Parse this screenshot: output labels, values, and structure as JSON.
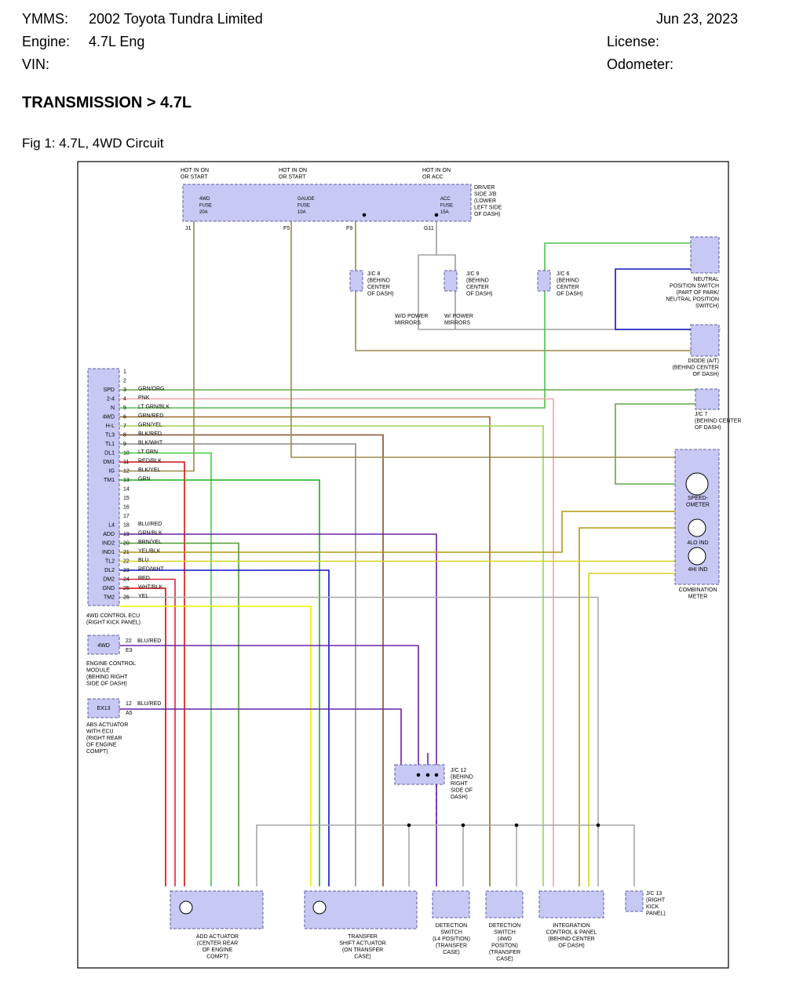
{
  "header": {
    "ymms_label": "YMMS:",
    "ymms_value": "2002 Toyota Tundra Limited",
    "engine_label": "Engine:",
    "engine_value": "4.7L Eng",
    "vin_label": "VIN:",
    "date": "Jun 23, 2023",
    "license_label": "License:",
    "odometer_label": "Odometer:"
  },
  "breadcrumb": "TRANSMISSION > 4.7L",
  "figure_caption": "Fig 1: 4.7L, 4WD Circuit",
  "junction": {
    "hot1": [
      "HOT IN ON",
      "OR START"
    ],
    "hot2": [
      "HOT IN ON",
      "OR START"
    ],
    "hot3": [
      "HOT IN ON",
      "OR ACC"
    ],
    "fuse1": [
      "4WD",
      "FUSE",
      "20A"
    ],
    "fuse2": [
      "GAUGE",
      "FUSE",
      "10A"
    ],
    "fuse3": [
      "ACC",
      "FUSE",
      "15A"
    ],
    "jb_label": [
      "DRIVER",
      "SIDE J/B",
      "(LOWER",
      "LEFT SIDE",
      "OF DASH)"
    ],
    "pins": [
      "J1",
      "F5",
      "F9",
      "G11"
    ]
  },
  "jc8": [
    "J/C 8",
    "(BEHIND",
    "CENTER",
    "OF DASH)"
  ],
  "jc9": [
    "J/C 9",
    "(BEHIND",
    "CENTER",
    "OF DASH)"
  ],
  "jc6": [
    "J/C 6",
    "(BEHIND",
    "CENTER",
    "OF DASH)"
  ],
  "jc7": [
    "J/C 7",
    "(BEHIND CENTER",
    "OF DASH)"
  ],
  "jc12": [
    "J/C 12",
    "(BEHIND",
    "RIGHT",
    "SIDE OF",
    "DASH)"
  ],
  "jc13": [
    "J/C 13",
    "(RIGHT",
    "KICK",
    "PANEL)"
  ],
  "mirrors": {
    "wo": [
      "W/O POWER",
      "MIRRORS"
    ],
    "w": [
      "W/ POWER",
      "MIRRORS"
    ]
  },
  "neutral_switch": [
    "NEUTRAL",
    "POSITION SWITCH",
    "(PART OF PARK/",
    "NEUTRAL POSITION",
    "SWITCH)"
  ],
  "diode": [
    "DIODE (A/T)",
    "(BEHIND CENTER",
    "OF DASH)"
  ],
  "ecu": {
    "label": [
      "4WD CONTROL ECU",
      "(RIGHT KICK PANEL)"
    ],
    "pins": [
      {
        "n": "1",
        "sig": "",
        "wire": ""
      },
      {
        "n": "2",
        "sig": "",
        "wire": ""
      },
      {
        "n": "3",
        "sig": "SPD",
        "wire": "GRN/ORG"
      },
      {
        "n": "4",
        "sig": "2-4",
        "wire": "PNK"
      },
      {
        "n": "5",
        "sig": "N",
        "wire": "LT GRN/BLK"
      },
      {
        "n": "6",
        "sig": "4WD",
        "wire": "GRN/RED"
      },
      {
        "n": "7",
        "sig": "H-L",
        "wire": "GRN/YEL"
      },
      {
        "n": "8",
        "sig": "TL3",
        "wire": "BLK/RED"
      },
      {
        "n": "9",
        "sig": "TL1",
        "wire": "BLK/WHT"
      },
      {
        "n": "10",
        "sig": "DL1",
        "wire": "LT GRN"
      },
      {
        "n": "11",
        "sig": "DM1",
        "wire": "RED/BLK"
      },
      {
        "n": "12",
        "sig": "IG",
        "wire": "BLK/YEL"
      },
      {
        "n": "13",
        "sig": "TM1",
        "wire": "GRN"
      },
      {
        "n": "14",
        "sig": "",
        "wire": ""
      },
      {
        "n": "15",
        "sig": "",
        "wire": ""
      },
      {
        "n": "16",
        "sig": "",
        "wire": ""
      },
      {
        "n": "17",
        "sig": "",
        "wire": ""
      },
      {
        "n": "18",
        "sig": "L4",
        "wire": "BLU/RED"
      },
      {
        "n": "19",
        "sig": "ADD",
        "wire": "GRN/BLK"
      },
      {
        "n": "20",
        "sig": "IND2",
        "wire": "BRN/YEL"
      },
      {
        "n": "21",
        "sig": "IND1",
        "wire": "YEL/BLK"
      },
      {
        "n": "22",
        "sig": "TL2",
        "wire": "BLU"
      },
      {
        "n": "23",
        "sig": "DL2",
        "wire": "RED/WHT"
      },
      {
        "n": "24",
        "sig": "DM2",
        "wire": "RED"
      },
      {
        "n": "25",
        "sig": "GND",
        "wire": "WHT/BLK"
      },
      {
        "n": "26",
        "sig": "TM2",
        "wire": "YEL"
      }
    ]
  },
  "ecm": {
    "code": "4WD",
    "pin": "22",
    "conn": "E3",
    "wire": "BLU/RED",
    "label": [
      "ENGINE CONTROL",
      "MODULE",
      "(BEHIND RIGHT",
      "SIDE OF DASH)"
    ]
  },
  "abs": {
    "code": "EX13",
    "pin": "12",
    "conn": "A5",
    "wire": "BLU/RED",
    "label": [
      "ABS ACTUATOR",
      "WITH ECU",
      "(RIGHT REAR",
      "OF ENGINE",
      "COMPT)"
    ]
  },
  "meter": {
    "speedo": [
      "SPEED-",
      "OMETER"
    ],
    "lo": "4LO IND",
    "hi": "4HI IND",
    "label": [
      "COMBINATION",
      "METER"
    ]
  },
  "components": {
    "add": [
      "ADD ACTUATOR",
      "(CENTER REAR",
      "OF ENGINE",
      "COMPT)"
    ],
    "tsa": [
      "TRANSFER",
      "SHIFT ACTUATOR",
      "(ON TRANSFER",
      "CASE)"
    ],
    "ds1": [
      "DETECTION",
      "SWITCH",
      "(L4 POSITION)",
      "(TRANSFER",
      "CASE)"
    ],
    "ds2": [
      "DETECTION",
      "SWITCH",
      "(4WD",
      "POSITON)",
      "(TRANSFER",
      "CASE)"
    ],
    "icp": [
      "INTEGRATION",
      "CONTROL & PANEL",
      "(BEHIND CENTER",
      "OF DASH)"
    ]
  },
  "colors": {
    "grn_org": "#63a845",
    "pnk": "#f2a2a8",
    "lt_grn_blk": "#4fc04f",
    "grn_red": "#9c6a24",
    "grn_yel": "#9ed24e",
    "blk_red": "#8a4a2a",
    "blk_wht": "#8c8c8c",
    "lt_grn": "#3cd03c",
    "red_blk": "#d01010",
    "blk_yel": "#9a8a4a",
    "grn": "#18b018",
    "blu_red": "#6a20a8",
    "grn_blk": "#4a9a30",
    "brn_yel": "#b09a10",
    "yel_blk": "#d4d420",
    "blu": "#1010c8",
    "red_wht": "#e02040",
    "red": "#e00000",
    "wht_blk": "#a8a8a8",
    "yel": "#f0f000",
    "gry": "#a0a0a0",
    "box_fill": "#c8c8f4",
    "box_stroke": "#6060a0"
  }
}
